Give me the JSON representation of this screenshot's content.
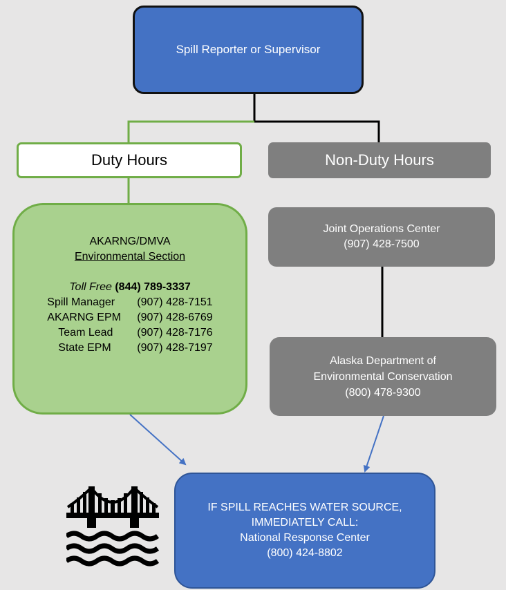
{
  "top_box": {
    "text": "Spill Reporter or Supervisor"
  },
  "duty_box": {
    "text": "Duty Hours"
  },
  "nonduty_box": {
    "text": "Non-Duty Hours"
  },
  "env_box": {
    "line1": "AKARNG/DMVA",
    "line2": "Environmental Section",
    "toll_free_label": "Toll Free",
    "toll_free_number": "(844) 789-3337",
    "contacts": [
      {
        "role": "Spill Manager",
        "phone": "(907) 428-7151"
      },
      {
        "role": "AKARNG EPM",
        "phone": "(907) 428-6769"
      },
      {
        "role": "Team Lead",
        "phone": "(907) 428-7176"
      },
      {
        "role": "State EPM",
        "phone": "(907) 428-7197"
      }
    ]
  },
  "joc_box": {
    "line1": "Joint Operations Center",
    "line2": "(907) 428-7500"
  },
  "adec_box": {
    "line1": "Alaska Department of",
    "line2": "Environmental Conservation",
    "line3": "(800) 478-9300"
  },
  "nrc_box": {
    "line1": "IF SPILL REACHES WATER SOURCE,",
    "line2": "IMMEDIATELY CALL:",
    "line3": "National Response Center",
    "line4": "(800) 424-8802"
  },
  "icons": {
    "bridge": "bridge-over-water-icon"
  },
  "colors": {
    "background": "#e7e6e6",
    "blue": "#4472c4",
    "green_fill": "#a9d18e",
    "green_border": "#70ad47",
    "gray": "#7f7f7f",
    "arrow_blue": "#4472c4"
  }
}
